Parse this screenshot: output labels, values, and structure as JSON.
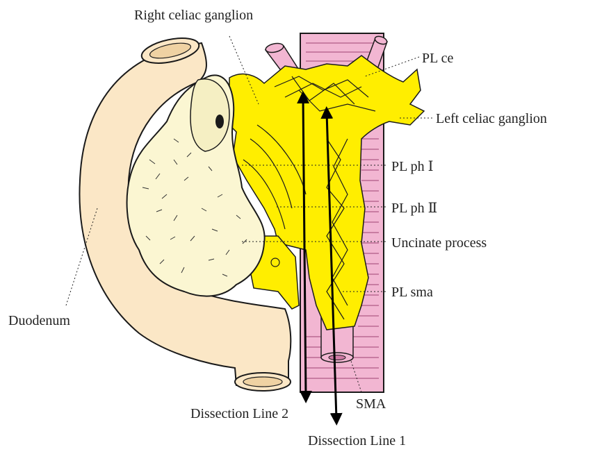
{
  "labels": {
    "right_celiac_ganglion": "Right celiac ganglion",
    "pl_ce": "PL ce",
    "left_celiac_ganglion": "Left celiac ganglion",
    "pl_ph_1": "PL ph Ⅰ",
    "pl_ph_2": "PL ph Ⅱ",
    "uncinate_process": "Uncinate process",
    "pl_sma": "PL sma",
    "duodenum": "Duodenum",
    "sma": "SMA",
    "dissection_line_2": "Dissection Line 2",
    "dissection_line_1": "Dissection Line 1"
  },
  "colors": {
    "duodenum_fill": "#fbe7c6",
    "pancreas_fill": "#fbf6d2",
    "aorta_fill": "#f2b6d2",
    "nerve_fill": "#ffee00",
    "outline": "#1a1a1a"
  }
}
